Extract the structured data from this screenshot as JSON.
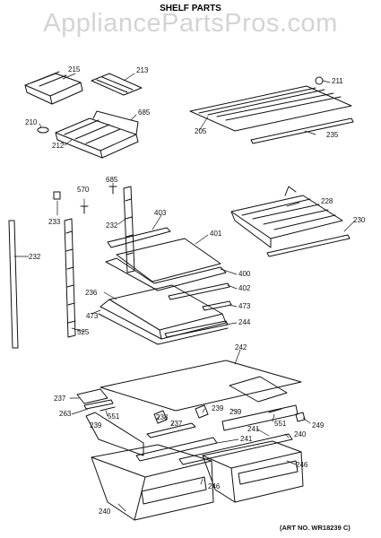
{
  "watermark": "AppliancePartsPros.com",
  "title": "SHELF PARTS",
  "art_number": "(ART NO. WR18239 C)",
  "labels": {
    "p215": "215",
    "p213": "213",
    "p211": "211",
    "p685a": "685",
    "p210": "210",
    "p212": "212",
    "p205": "205",
    "p235": "235",
    "p685b": "685",
    "p570": "570",
    "p233": "233",
    "p232a": "232",
    "p403": "403",
    "p401": "401",
    "p228": "228",
    "p230": "230",
    "p232b": "232",
    "p400": "400",
    "p402": "402",
    "p236": "236",
    "p473a": "473",
    "p473b": "473",
    "p525": "525",
    "p244": "244",
    "p242": "242",
    "p237a": "237",
    "p263": "263",
    "p551a": "551",
    "p238": "238",
    "p237b": "237",
    "p239a": "239",
    "p239b": "239",
    "p239c": "239",
    "p551b": "551",
    "p249": "249",
    "p241a": "241",
    "p241b": "241",
    "p240a": "240",
    "p246a": "246",
    "p246b": "246",
    "p240b": "240"
  }
}
